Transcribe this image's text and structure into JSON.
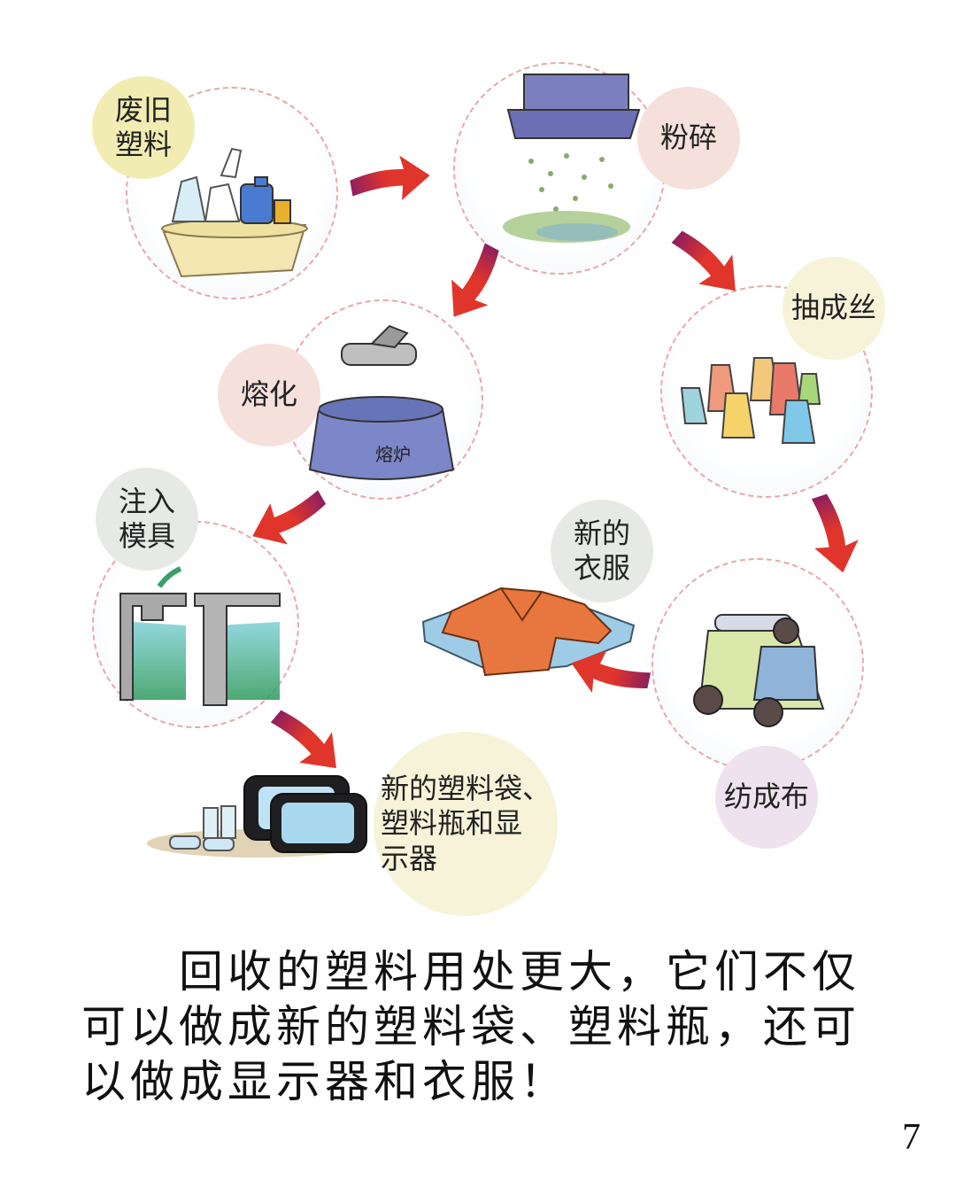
{
  "palette": {
    "arrow": "#e0352b",
    "arrow_tail": "#8e1f5e",
    "circle_border": "#e7a9a9",
    "yellow_bubble": "#f1ecb1",
    "pink_bubble": "#f5e0db",
    "gray_bubble": "#e6e9e6",
    "lavender_bubble": "#efe2ef",
    "cream_bubble": "#f7f3d8"
  },
  "steps": {
    "waste": {
      "label": "废旧\n塑料",
      "icon": "plastic-waste-basket-icon"
    },
    "crush": {
      "label": "粉碎",
      "icon": "crusher-icon"
    },
    "melt": {
      "label": "熔化",
      "icon": "furnace-icon",
      "furnace_text": "熔炉"
    },
    "mold": {
      "label": "注入\n模具",
      "icon": "mold-icon"
    },
    "spin": {
      "label": "抽成丝",
      "icon": "thread-spools-icon"
    },
    "weave": {
      "label": "纺成布",
      "icon": "loom-icon"
    },
    "clothes": {
      "label": "新的\n衣服",
      "icon": "clothes-icon"
    },
    "products": {
      "label": "新的塑料袋、\n塑料瓶和显\n示器",
      "icon": "monitors-bottles-icon"
    }
  },
  "caption": {
    "line1": "回收的塑料用处更大，它们不仅",
    "line2": "可以做成新的塑料袋、塑料瓶，还可",
    "line3": "以做成显示器和衣服！"
  },
  "page_number": "7"
}
